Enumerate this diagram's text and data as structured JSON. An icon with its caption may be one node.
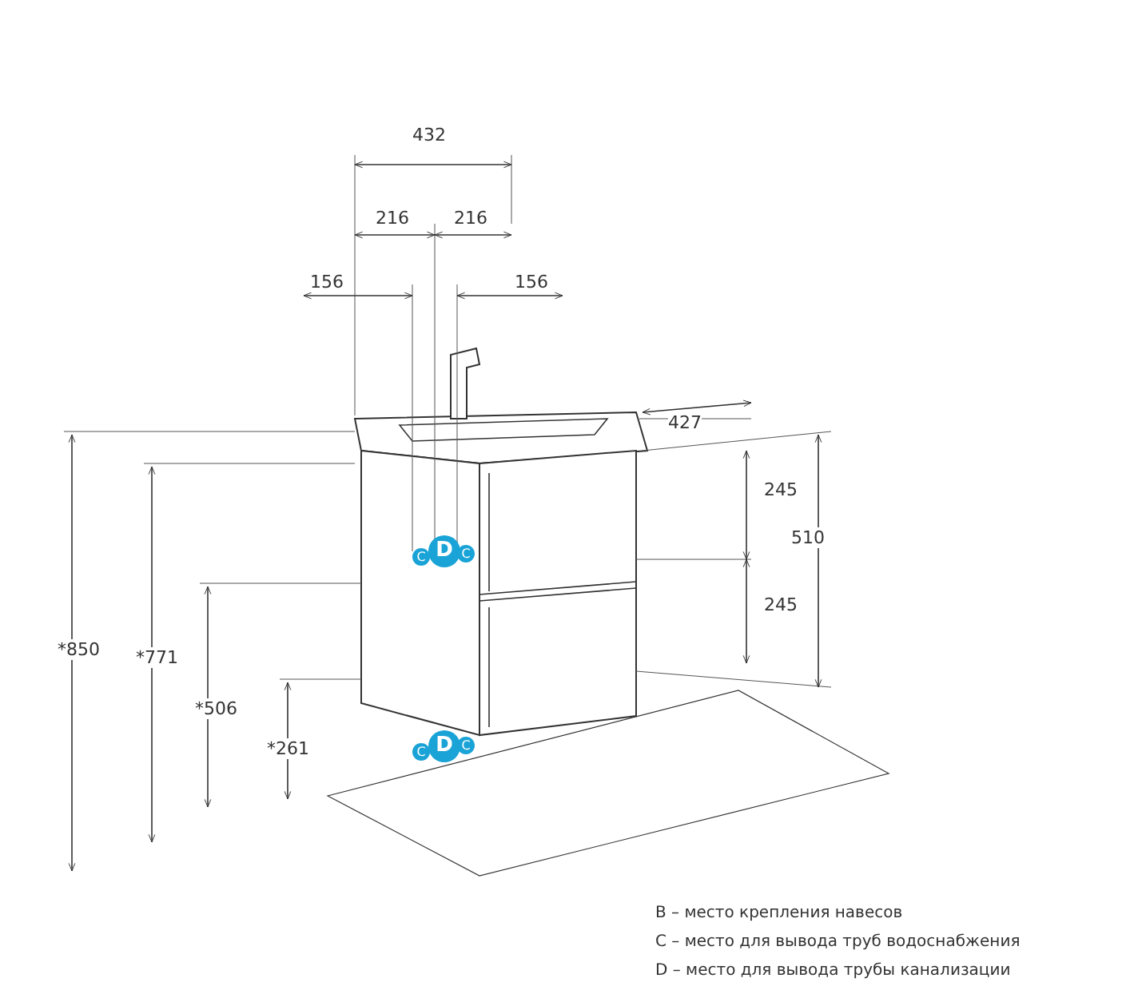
{
  "diagram": {
    "labels": [
      "432",
      "216",
      "216",
      "156",
      "156",
      "427",
      "245",
      "510",
      "C",
      "D",
      "C",
      "245",
      "*850",
      "*771",
      "*506",
      "*261",
      "C",
      "D",
      "C",
      "B – место крепления навесов",
      "C – место для вывода труб водоснабжения",
      "D – место для вывода трубы канализации"
    ]
  }
}
